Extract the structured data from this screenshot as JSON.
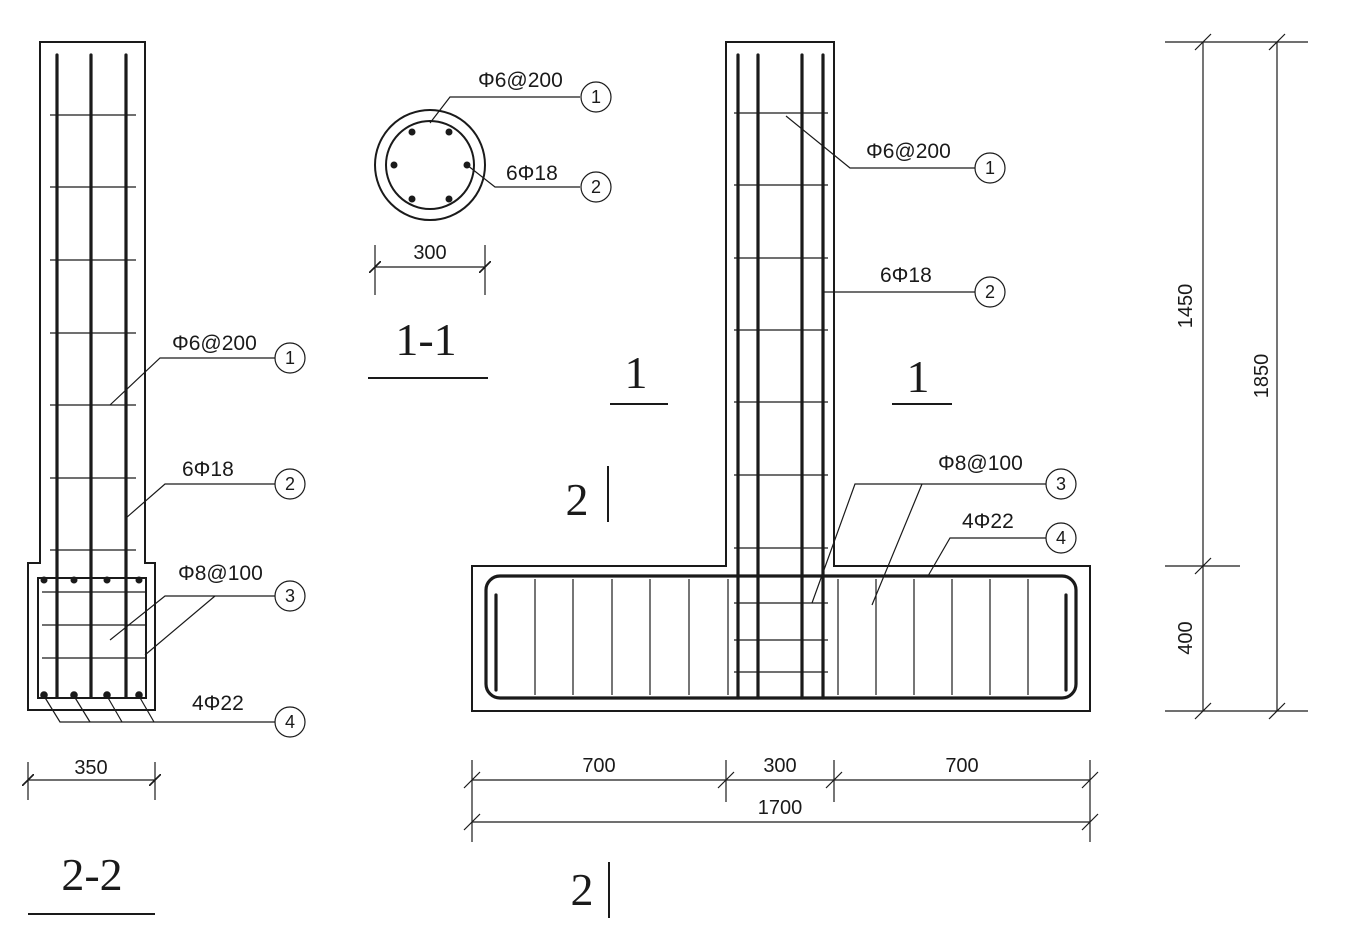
{
  "labels": {
    "stirrup": "Φ6@200",
    "long_bar": "6Φ18",
    "base_stirrup": "Φ8@100",
    "base_bar": "4Φ22"
  },
  "markers": [
    "1",
    "2",
    "3",
    "4"
  ],
  "sections": {
    "s11": "1-1",
    "s22": "2-2",
    "cut1": "1",
    "cut2": "2"
  },
  "dimensions": {
    "col_width": "350",
    "circle_dia": "300",
    "left_ext": "700",
    "center": "300",
    "right_ext": "700",
    "total": "1700",
    "col_height": "1450",
    "base_height": "400",
    "total_height": "1850"
  }
}
